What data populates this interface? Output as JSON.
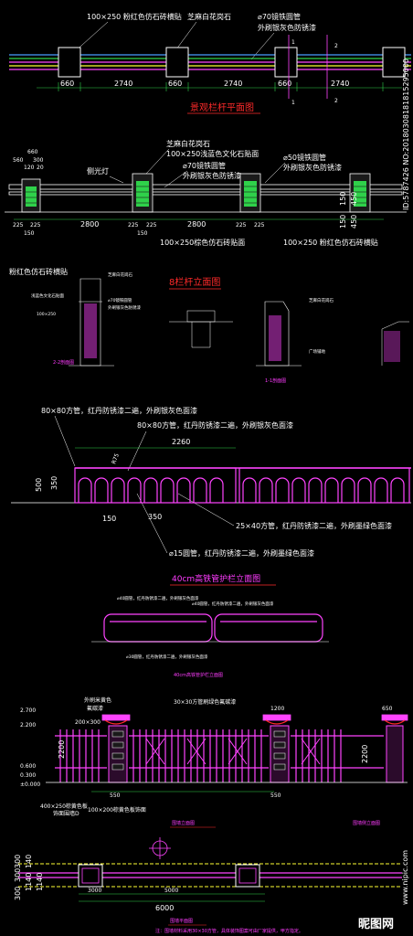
{
  "colors": {
    "bg": "#000000",
    "dim": "#00ff00",
    "drawing": "#ff44ff",
    "title": "#ff2a2a",
    "text": "#ffffff"
  },
  "section1": {
    "label_top1": "100×250 粉红色仿石砖横贴",
    "label_top2": "芝麻白花岗石",
    "label_top3": "⌀70镜铁圆管",
    "label_top4": "外刷银灰色防锈漆",
    "dims": [
      "660",
      "2740",
      "660",
      "2740",
      "660",
      "2740"
    ],
    "marks": [
      "1",
      "2",
      "1",
      "2"
    ],
    "title": "景观栏杆平面图"
  },
  "section2": {
    "labels": [
      "芝麻白花岗石",
      "100×250浅蓝色文化石贴面",
      "⌀70镜铁圆管",
      "外刷银灰色防锈漆",
      "侧光灯",
      "⌀50镜铁圆管",
      "外刷银灰色防锈漆"
    ],
    "topdims": [
      "660",
      "560",
      "300",
      "120",
      "20"
    ],
    "botdims": [
      "225",
      "225",
      "2800",
      "225",
      "225",
      "2800",
      "225",
      "225"
    ],
    "sub": [
      "150",
      "150"
    ],
    "rightdims": [
      "150",
      "150",
      "450",
      "450"
    ],
    "bottom1": "100×250棕色仿石砖贴面",
    "bottom2": "100×250 粉红色仿石砖横贴",
    "watermark": "ID:5787426 NO:20180308181815295000"
  },
  "section3": {
    "heading": "粉红色仿石砖横贴",
    "title": "8栏杆立面图",
    "small": [
      "芝麻白花岗石",
      "⌀70镜铁圆管",
      "外刷银灰色防锈漆",
      "浅蓝色文化石贴面",
      "100×250",
      "2-2剖面图",
      "1-1剖面图",
      "广场铺地"
    ]
  },
  "section4": {
    "labels": [
      "80×80方管，红丹防锈漆二遍，外刷银灰色面漆",
      "80×80方管，红丹防锈漆二遍，外刷银灰色面漆",
      "25×40方管，红丹防锈漆二遍，外刷墨绿色面漆",
      "⌀15圆管，红丹防锈漆二遍，外刷墨绿色面漆"
    ],
    "dims": [
      "2260",
      "R75",
      "500",
      "350",
      "150",
      "350"
    ],
    "title": "40cm高铁管护栏立面图"
  },
  "section5": {
    "title": "40cm高铁管护栏立面图",
    "notes": [
      "⌀40圆管，红丹防锈漆二遍，外刷银灰色面漆",
      "⌀40圆管，红丹防锈漆二遍，外刷银灰色面漆",
      "⌀30圆管，红丹防锈漆二遍，外刷银灰色面漆"
    ]
  },
  "section6": {
    "labels": [
      "外刷米黄色",
      "氟碳漆",
      "30×30方管刷绿色氟碳漆",
      "1200",
      "650"
    ],
    "levels": [
      "2.700",
      "2.200",
      "0.600",
      "0.300",
      "±0.000"
    ],
    "dims": [
      "200×300",
      "550",
      "550",
      "2200",
      "2200"
    ],
    "bottom": [
      "400×250棕黄色板",
      "饰面围墙D",
      "100×200棕黄色板饰面"
    ],
    "title1": "围墙立面图",
    "title2": "围墙侧立面图"
  },
  "section7": {
    "dims": [
      "300",
      "300",
      "300",
      "140",
      "1140",
      "1140",
      "3000",
      "5000",
      "6000"
    ],
    "title": "围墙平面图",
    "note": "注：围墙材料采用30×30方管，具体装饰图案可由厂家提供，甲方指定。",
    "wm1": "昵图网",
    "wm2": "www.nipic.com"
  }
}
